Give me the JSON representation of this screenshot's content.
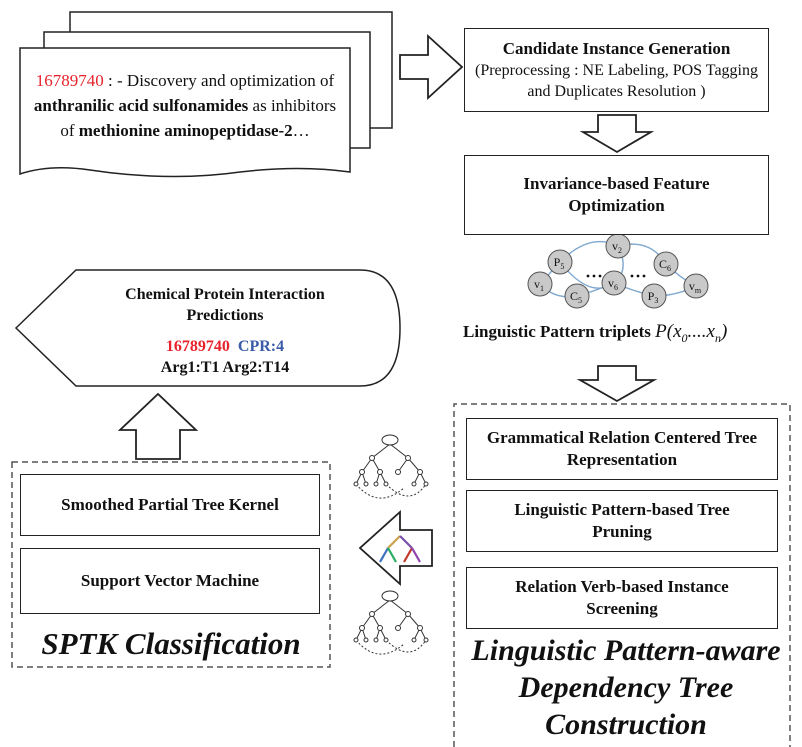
{
  "document": {
    "pmid": "16789740",
    "text_sep": " : - Discovery and optimization of ",
    "text_bold1": "anthranilic acid sulfonamides",
    "text_mid": " as inhibitors of ",
    "text_bold2": "methionine aminopeptidase-2",
    "text_end": "…"
  },
  "candidate": {
    "title": "Candidate Instance Generation",
    "subtitle": "(Preprocessing : NE Labeling, POS Tagging and Duplicates Resolution )"
  },
  "invariance": {
    "title": "Invariance-based Feature Optimization"
  },
  "graph": {
    "nodes": [
      {
        "id": "P5",
        "label": "P",
        "sub": "5"
      },
      {
        "id": "v2",
        "label": "v",
        "sub": "2"
      },
      {
        "id": "C6",
        "label": "C",
        "sub": "6"
      },
      {
        "id": "v1",
        "label": "v",
        "sub": "1"
      },
      {
        "id": "C5",
        "label": "C",
        "sub": "5"
      },
      {
        "id": "v6",
        "label": "v",
        "sub": "6"
      },
      {
        "id": "P3",
        "label": "P",
        "sub": "3"
      },
      {
        "id": "vm",
        "label": "v",
        "sub": "m"
      }
    ]
  },
  "pattern_caption": {
    "text": "Linguistic Pattern triplets ",
    "formula_p": "P(x",
    "sub0": "0",
    "formula_mid": "....x",
    "subn": "n",
    "formula_end": ")"
  },
  "prediction": {
    "title": "Chemical Protein Interaction Predictions",
    "pmid": "16789740",
    "cpr": "CPR:4",
    "args": "Arg1:T1 Arg2:T14"
  },
  "sptk": {
    "box1": "Smoothed Partial Tree Kernel",
    "box2": "Support Vector Machine",
    "label": "SPTK Classification"
  },
  "tree_construction": {
    "box1": "Grammatical Relation Centered Tree Representation",
    "box2": "Linguistic Pattern-based Tree Pruning",
    "box3": "Relation Verb-based Instance Screening",
    "label": "Linguistic Pattern-aware Dependency Tree Construction"
  }
}
